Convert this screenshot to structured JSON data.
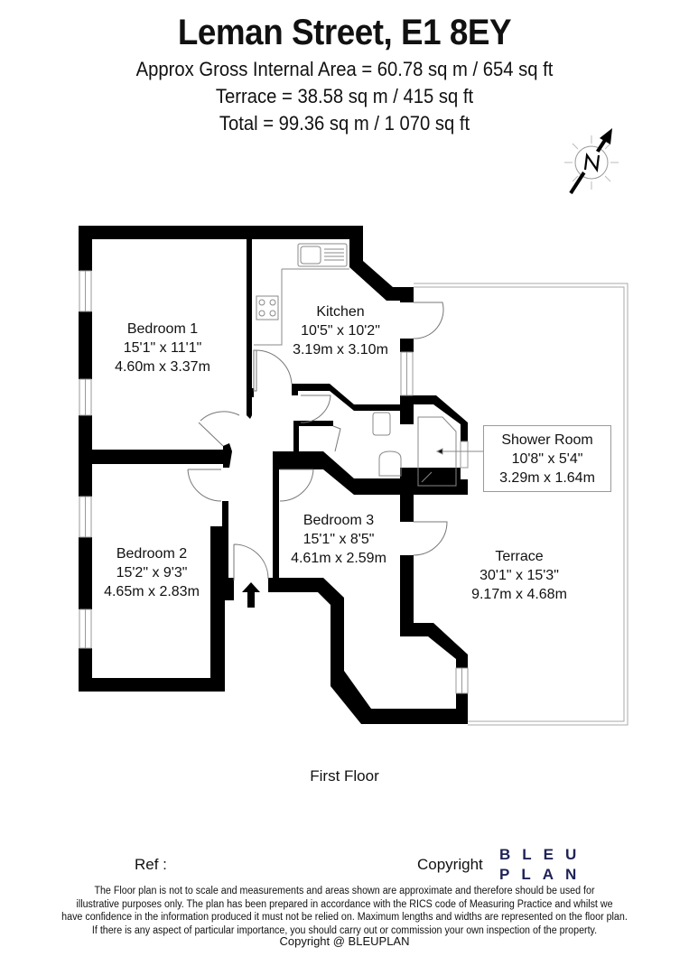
{
  "header": {
    "title": "Leman Street, E1 8EY",
    "gross_internal_area": "Approx Gross Internal Area = 60.78 sq m / 654 sq ft",
    "terrace_area": "Terrace = 38.58 sq m / 415 sq ft",
    "total_area": "Total = 99.36 sq m / 1 070 sq ft"
  },
  "compass": {
    "icon": "north-arrow-icon",
    "letter": "N"
  },
  "rooms": [
    {
      "name": "Bedroom 1",
      "imperial": "15'1\" x 11'1\"",
      "metric": "4.60m x 3.37m"
    },
    {
      "name": "Kitchen",
      "imperial": "10'5\" x 10'2\"",
      "metric": "3.19m x 3.10m"
    },
    {
      "name": "Shower Room",
      "imperial": "10'8\" x 5'4\"",
      "metric": "3.29m x 1.64m"
    },
    {
      "name": "Bedroom 2",
      "imperial": "15'2\" x 9'3\"",
      "metric": "4.65m x 2.83m"
    },
    {
      "name": "Bedroom 3",
      "imperial": "15'1\" x 8'5\"",
      "metric": "4.61m x 2.59m"
    },
    {
      "name": "Terrace",
      "imperial": "30'1\" x 15'3\"",
      "metric": "9.17m x 4.68m"
    }
  ],
  "floor_label": "First Floor",
  "footer": {
    "ref_label": "Ref  :",
    "copyright_label": "Copyright",
    "logo_line1": "BLEU",
    "logo_line2": "PLAN",
    "logo_color": "#1f2257",
    "disclaimer_1": "The Floor plan is not to scale and measurements and areas shown are approximate and therefore should be used for",
    "disclaimer_2": "illustrative purposes only. The plan has been prepared in accordance with the RICS code of Measuring Practice and whilst we",
    "disclaimer_3": "have confidence in the information produced it must not be relied on. Maximum lengths and widths are represented on the floor plan.",
    "disclaimer_4": "If there is any aspect of particular importance, you should carry out or commission your own inspection of the property.",
    "copyright_notice": "Copyright @ BLEUPLAN"
  }
}
